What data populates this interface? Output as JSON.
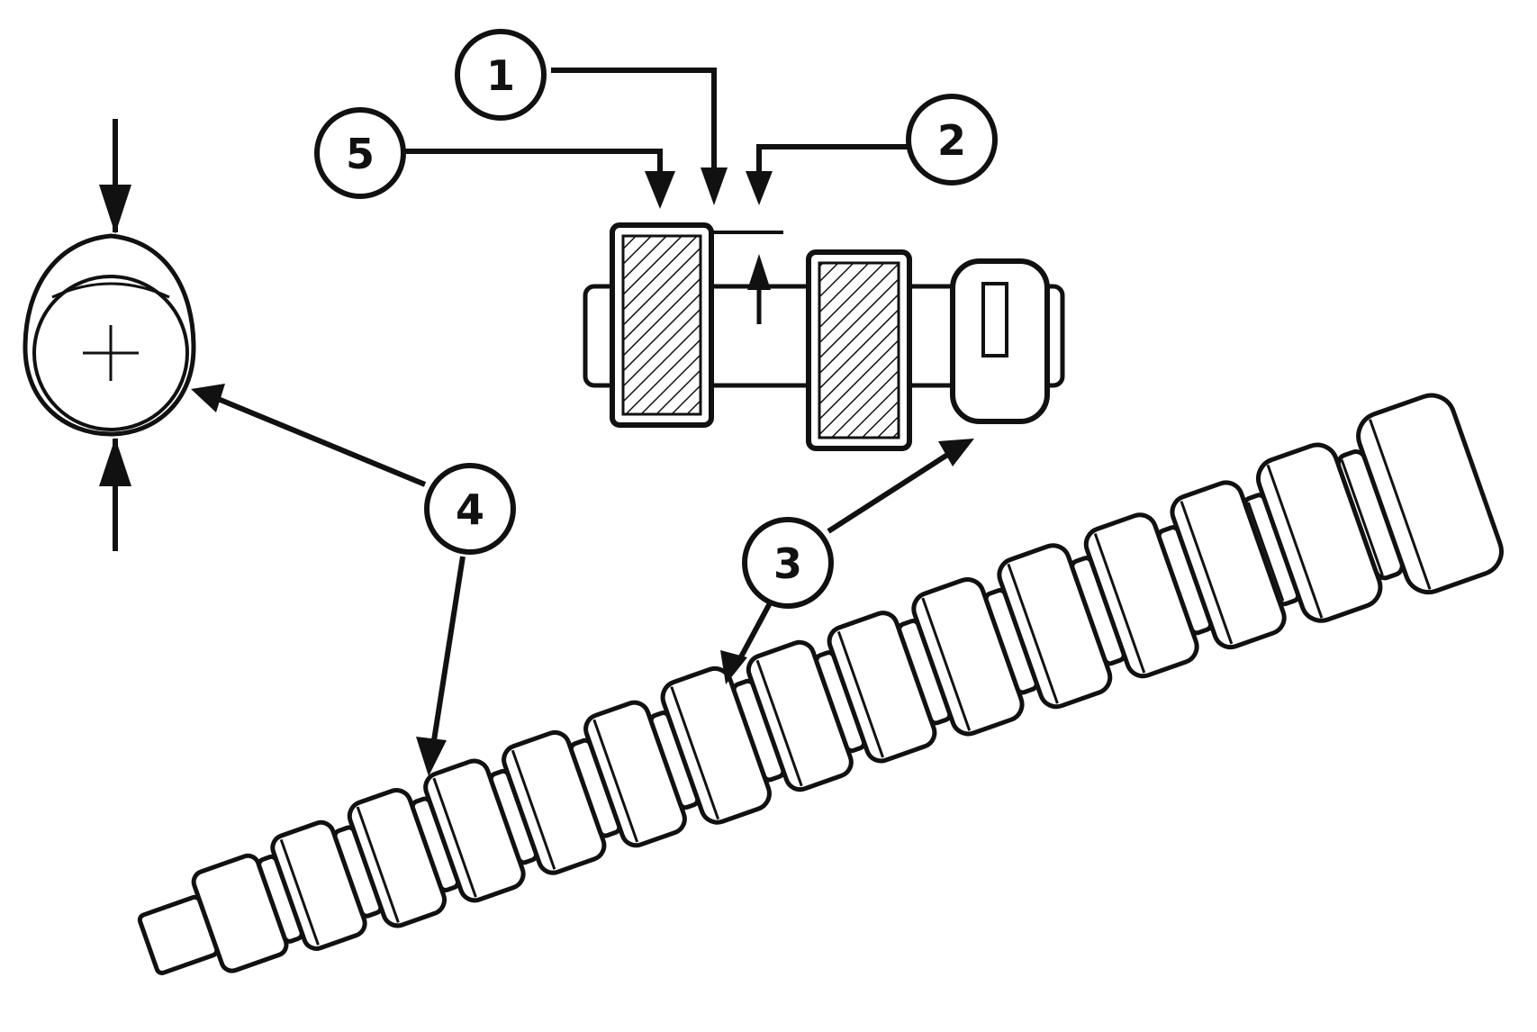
{
  "colors": {
    "ink": "#111111",
    "paper": "#ffffff"
  },
  "callouts": [
    {
      "id": "1",
      "label": "1"
    },
    {
      "id": "2",
      "label": "2"
    },
    {
      "id": "3",
      "label": "3"
    },
    {
      "id": "4",
      "label": "4"
    },
    {
      "id": "5",
      "label": "5"
    }
  ]
}
